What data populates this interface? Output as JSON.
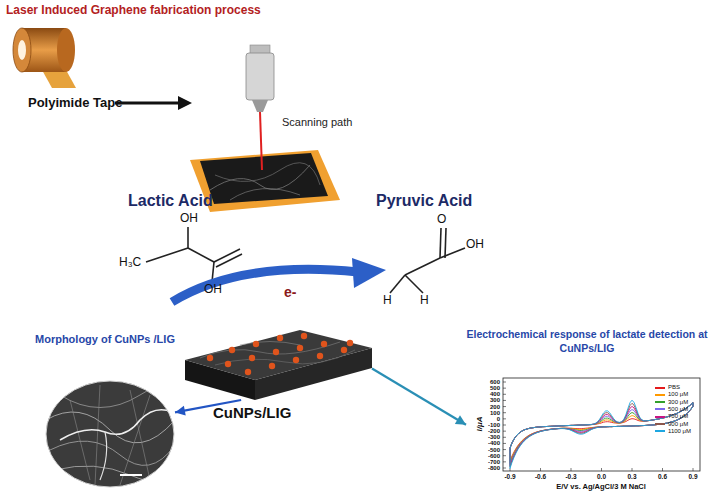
{
  "diagram": {
    "nodes": [
      {
        "text": [
          "CuNPs/LIG"
        ]
      },
      {
        "text": [
          "Electrochemical response of lactate detection at CuNPs/LIG"
        ]
      },
      {
        "text": [
          "Morphology of CuNPs /LIG"
        ]
      }
    ],
    "edges": [
      {
        "from": 0,
        "to": 1,
        "arrow": "to"
      },
      {
        "from": 0,
        "to": 2,
        "arrow": "to"
      }
    ],
    "labels": [
      "Laser Induced Graphene fabrication process",
      "Polyimide Tape",
      "Scanning path",
      "Lactic Acid",
      "Pyruvic Acid",
      "OH",
      "H₃C",
      "OH",
      "O",
      "OH",
      "H",
      "H",
      "e-",
      "I/μA",
      "600",
      "500",
      "400",
      "300",
      "200",
      "100",
      "0",
      "-100",
      "-200",
      "-300",
      "-400",
      "-500",
      "-600",
      "-700",
      "-800",
      "-0.9",
      "-0.6",
      "-0.3",
      "0.0",
      "0.3",
      "0.6",
      "0.9",
      "E/V vs. Ag/AgCl/3 M NaCl"
    ],
    "legend": [
      {
        "text": "PBS",
        "color": "#e41a1c"
      },
      {
        "text": "100 μM",
        "color": "#ff9900"
      },
      {
        "text": "300 μM",
        "color": "#33a02c"
      },
      {
        "text": "500 μM",
        "color": "#7b68ee"
      },
      {
        "text": "700 μM",
        "color": "#c71585"
      },
      {
        "text": "900 μM",
        "color": "#8c564b"
      },
      {
        "text": "1100 μM",
        "color": "#1ea7e1"
      }
    ]
  }
}
